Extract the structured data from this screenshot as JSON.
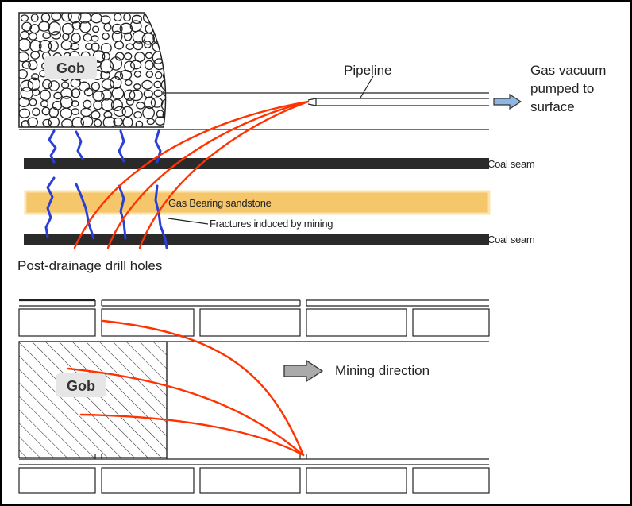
{
  "labels": {
    "gob_top": "Gob",
    "pipeline": "Pipeline",
    "gas_vacuum_line1": "Gas vacuum",
    "gas_vacuum_line2": "pumped to",
    "gas_vacuum_line3": "surface",
    "coal_seam_upper": "Coal seam",
    "gas_sandstone": "Gas Bearing sandstone",
    "fractures": "Fractures induced by mining",
    "coal_seam_lower": "Coal seam",
    "post_drainage": "Post-drainage drill holes",
    "gob_bottom": "Gob",
    "mining_direction": "Mining direction"
  },
  "colors": {
    "frame": "#000000",
    "coal_seam": "#2a2a2a",
    "sandstone_fill": "#f5c66a",
    "sandstone_border": "#fbe3ad",
    "fracture": "#2a3fd6",
    "drill_hole": "#ff3300",
    "arrow_gray": "#aaaaaa",
    "arrow_blue": "#8fb6e0",
    "gob_label_bg": "#e6e6e6"
  }
}
